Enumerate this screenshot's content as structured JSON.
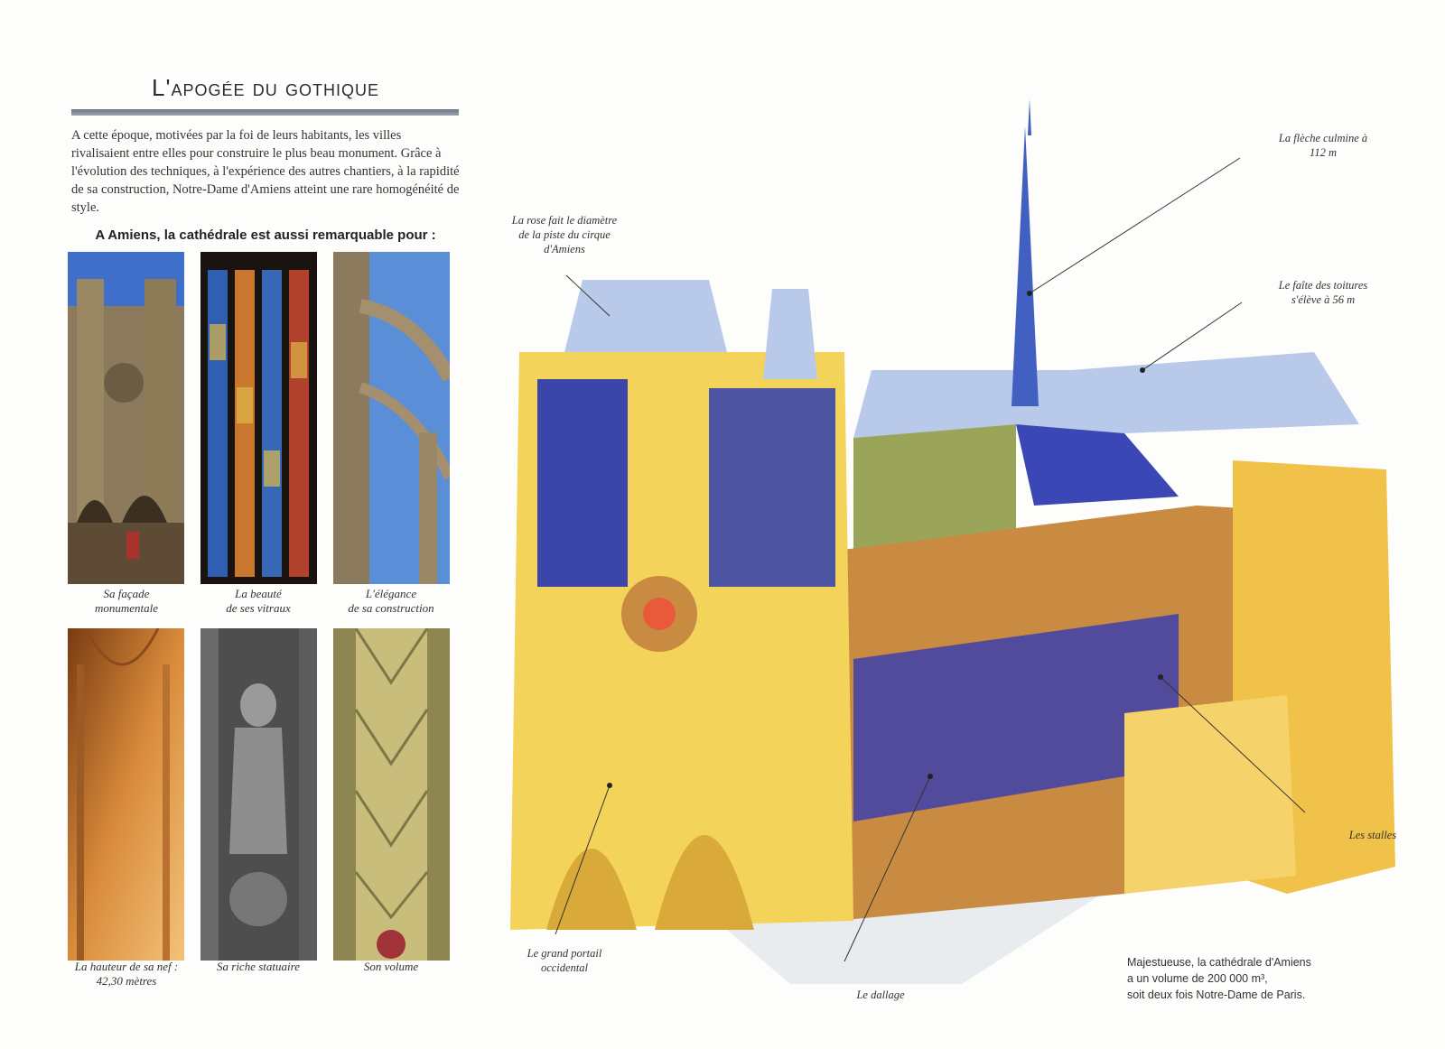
{
  "title": "L'apogée du gothique",
  "intro": "A cette époque, motivées par la foi de leurs habitants, les villes rivalisaient entre elles pour construire le plus beau monument. Grâce à l'évolution des techniques, à l'expérience des autres chantiers, à la rapidité de sa construction, Notre-Dame d'Amiens atteint une rare homogénéité de style.",
  "subhead": "A Amiens, la cathédrale est aussi remarquable pour :",
  "photos": [
    {
      "caption_1": "Sa façade",
      "caption_2": "monumentale"
    },
    {
      "caption_1": "La beauté",
      "caption_2": "de ses vitraux"
    },
    {
      "caption_1": "L'élégance",
      "caption_2": "de sa construction"
    },
    {
      "caption_1": "La hauteur de sa nef :",
      "caption_2": "42,30 mètres"
    },
    {
      "caption_1": "Sa riche statuaire",
      "caption_2": ""
    },
    {
      "caption_1": "Son volume",
      "caption_2": ""
    }
  ],
  "labels": {
    "rose_1": "La rose fait le diamètre",
    "rose_2": "de la piste du cirque",
    "rose_3": "d'Amiens",
    "fleche_1": "La flèche culmine à",
    "fleche_2": "112 m",
    "faite_1": "Le faîte des toitures",
    "faite_2": "s'élève à 56 m",
    "stalles": "Les stalles",
    "portail_1": "Le grand portail",
    "portail_2": "occidental",
    "dallage": "Le dallage"
  },
  "note": {
    "line_1": "Majestueuse, la cathédrale d'Amiens",
    "line_2": "a un volume de 200 000 m³,",
    "line_3": "soit deux fois Notre-Dame de Paris."
  }
}
